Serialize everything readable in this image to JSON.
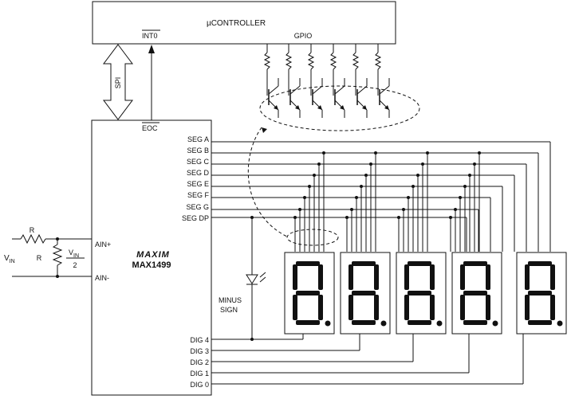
{
  "controller": {
    "title": "µCONTROLLER",
    "int_label": "INT0",
    "gpio_label": "GPIO"
  },
  "bus": {
    "spi_label": "SPI",
    "eoc_label": "EOC"
  },
  "adc": {
    "logo": "MAXIM",
    "part": "MAX1499",
    "ain_plus": "AIN+",
    "ain_minus": "AIN-",
    "segments": [
      "SEG A",
      "SEG B",
      "SEG C",
      "SEG D",
      "SEG E",
      "SEG F",
      "SEG G",
      "SEG DP"
    ],
    "digits": [
      "DIG 4",
      "DIG 3",
      "DIG 2",
      "DIG 1",
      "DIG 0"
    ]
  },
  "input": {
    "r1": "R",
    "r2": "R",
    "vin_main": "V",
    "vin_sub": "IN",
    "frac_num_main": "V",
    "frac_num_sub": "IN",
    "frac_den": "2"
  },
  "minus_sign": {
    "line1": "MINUS",
    "line2": "SIGN"
  },
  "colors": {
    "ink": "#111111",
    "background": "#ffffff"
  }
}
